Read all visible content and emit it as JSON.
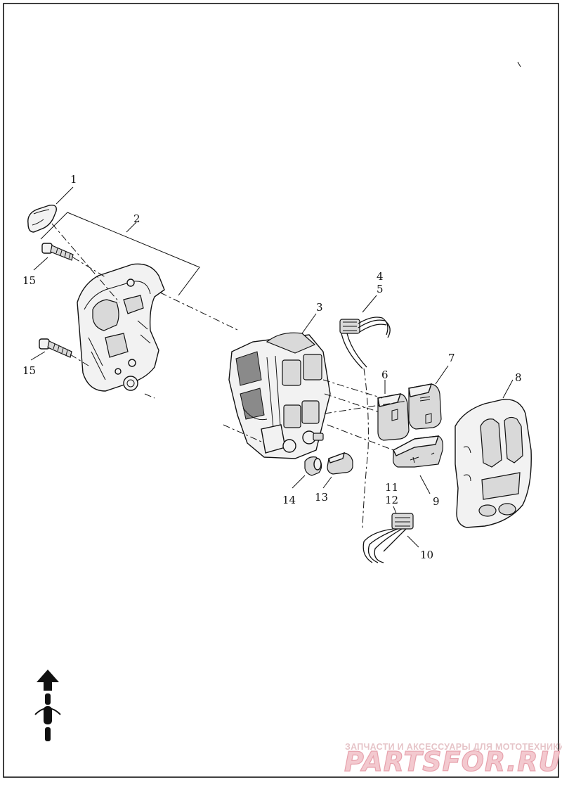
{
  "callouts": {
    "c1": "1",
    "c2": "2",
    "c3": "3",
    "c4": "4",
    "c5": "5",
    "c6": "6",
    "c7": "7",
    "c8": "8",
    "c9": "9",
    "c10": "10",
    "c11": "11",
    "c12": "12",
    "c13": "13",
    "c14": "14",
    "c15a": "15",
    "c15b": "15"
  },
  "watermark": {
    "tagline": "ЗАПЧАСТИ И АКСЕССУАРЫ ДЛЯ МОТОТЕХНИКИ",
    "brand": "PARTSFOR.RU"
  },
  "icons": {
    "direction": "forward-arrow-icon",
    "motorcycle": "motorcycle-top-view-icon"
  }
}
